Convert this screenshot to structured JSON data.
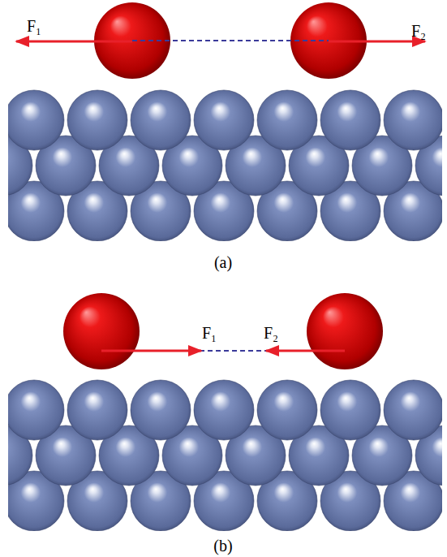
{
  "diagram": {
    "labels": [
      "F₁",
      "F₂",
      "(a)",
      "F₁",
      "F₂",
      "(b)"
    ]
  }
}
